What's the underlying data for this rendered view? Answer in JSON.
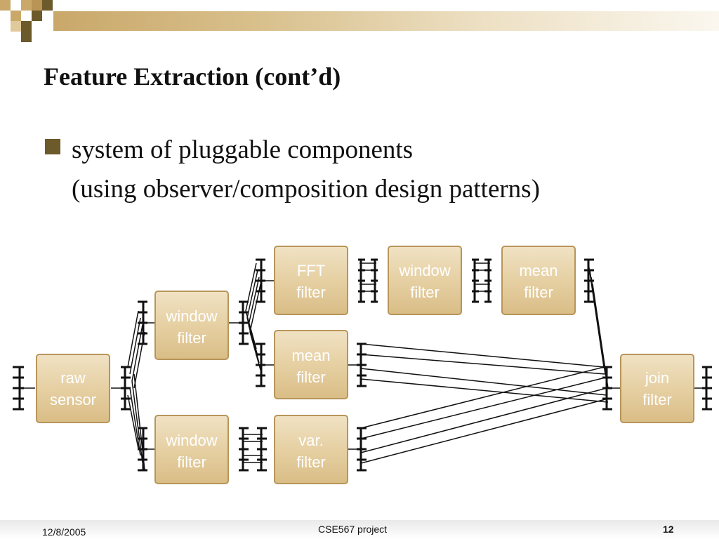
{
  "slide": {
    "title": "Feature Extraction (cont’d)",
    "bullet": {
      "line1": "system of pluggable components",
      "line2": "(using observer/composition design patterns)"
    }
  },
  "diagram": {
    "nodes": [
      {
        "id": "raw",
        "line1": "raw",
        "line2": "sensor"
      },
      {
        "id": "win1",
        "line1": "window",
        "line2": "filter"
      },
      {
        "id": "win2",
        "line1": "window",
        "line2": "filter"
      },
      {
        "id": "fft",
        "line1": "FFT",
        "line2": "filter"
      },
      {
        "id": "mean1",
        "line1": "mean",
        "line2": "filter"
      },
      {
        "id": "var",
        "line1": "var.",
        "line2": "filter"
      },
      {
        "id": "win3",
        "line1": "window",
        "line2": "filter"
      },
      {
        "id": "mean2",
        "line1": "mean",
        "line2": "filter"
      },
      {
        "id": "join",
        "line1": "join",
        "line2": "filter"
      }
    ]
  },
  "footer": {
    "date": "12/8/2005",
    "project": "CSE567 project",
    "page": "12"
  },
  "colors": {
    "accent": "#c9a86a",
    "accent_dark": "#6d5a2a",
    "node_fill": "#e6d0a3",
    "node_fill_light": "#f0e2c4",
    "node_edge": "#b8955a"
  }
}
